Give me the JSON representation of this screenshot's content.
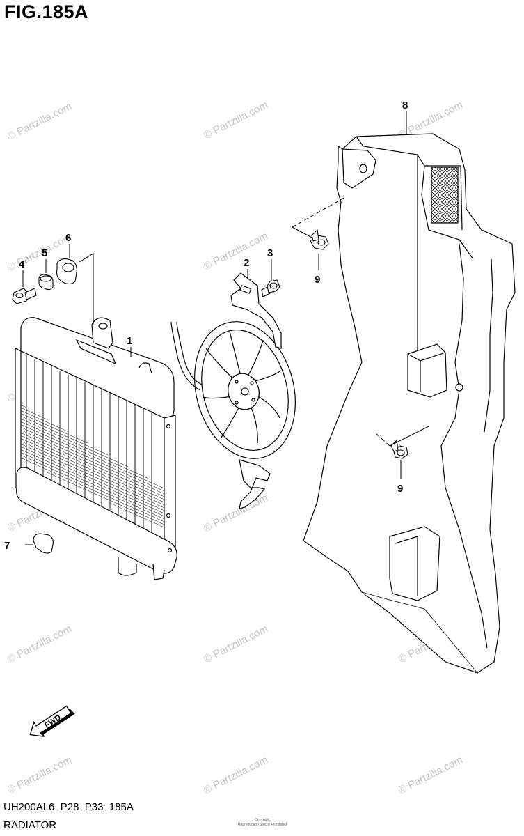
{
  "figure": {
    "title": "FIG.185A"
  },
  "footer": {
    "code": "UH200AL6_P28_P33_185A",
    "name": "RADIATOR"
  },
  "copyright": {
    "line1": "Copyright",
    "line2": "Reproduction Strictly Prohibited"
  },
  "watermark": {
    "text": "© Partzilla.com"
  },
  "callouts": [
    "1",
    "2",
    "3",
    "4",
    "5",
    "6",
    "7",
    "8",
    "9",
    "9"
  ],
  "fwd_label": "FWD",
  "parts": [
    {
      "ref": "1",
      "name": "radiator"
    },
    {
      "ref": "2",
      "name": "fan-bracket"
    },
    {
      "ref": "3",
      "name": "bolt"
    },
    {
      "ref": "4",
      "name": "bolt"
    },
    {
      "ref": "5",
      "name": "collar"
    },
    {
      "ref": "6",
      "name": "grommet"
    },
    {
      "ref": "7",
      "name": "clip"
    },
    {
      "ref": "8",
      "name": "cover"
    },
    {
      "ref": "9",
      "name": "screw"
    }
  ]
}
